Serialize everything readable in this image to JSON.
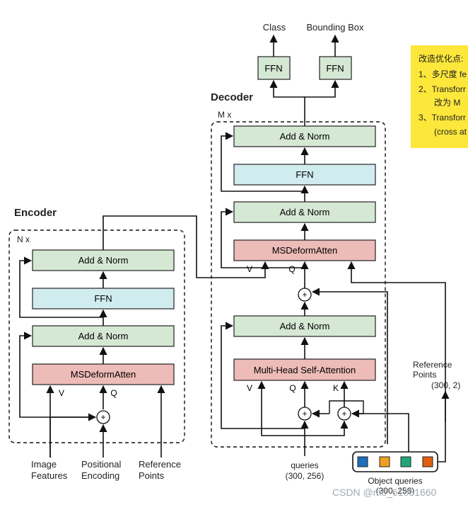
{
  "outputs": {
    "class": "Class",
    "bbox": "Bounding Box"
  },
  "decoder": {
    "title": "Decoder",
    "repeat": "M x",
    "blocks": {
      "ffn_left": "FFN",
      "ffn_right": "FFN",
      "add_norm_top": "Add & Norm",
      "ffn_mid": "FFN",
      "add_norm_mid": "Add & Norm",
      "msdeform": "MSDeformAtten",
      "add_norm_low": "Add & Norm",
      "mhsa": "Multi-Head Self-Attention"
    },
    "labels": {
      "v1": "V",
      "q1": "Q",
      "v2": "V",
      "q2": "Q",
      "k2": "K"
    },
    "plus": "+"
  },
  "encoder": {
    "title": "Encoder",
    "repeat": "N x",
    "blocks": {
      "add_norm_top": "Add & Norm",
      "ffn": "FFN",
      "add_norm_low": "Add & Norm",
      "msdeform": "MSDeformAtten"
    },
    "labels": {
      "v": "V",
      "q": "Q"
    },
    "plus": "+"
  },
  "inputs": {
    "image_features": [
      "Image",
      "Features"
    ],
    "positional_encoding": [
      "Positional",
      "Encoding"
    ],
    "reference_points": [
      "Reference",
      "Points"
    ]
  },
  "queries": {
    "label": "queries",
    "shape": "(300, 256)"
  },
  "object_queries": {
    "label": "Object  queries",
    "shape": "(300, 256)",
    "colors": [
      "#1f6fbf",
      "#f0a020",
      "#20a878",
      "#e06010"
    ]
  },
  "ref_points_right": {
    "lines": [
      "Reference",
      "Points"
    ],
    "shape": "(300, 2)"
  },
  "note": {
    "lines": [
      "改造优化点:",
      "1、多尺度 fe",
      "2、Transforr",
      "改为  M",
      "3、Transforr",
      "(cross at"
    ]
  },
  "watermark": "CSDN @m0_61051660",
  "colors": {
    "green": "#d5e8d4",
    "cyan": "#d1ecee",
    "pink": "#edbbb8",
    "note_bg": "#fde73b"
  }
}
